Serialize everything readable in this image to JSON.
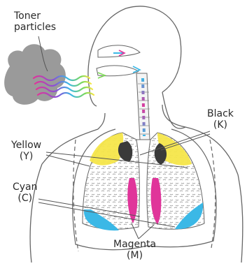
{
  "labels": {
    "toner_line1": "Toner",
    "toner_line2": "particles",
    "black_name": "Black",
    "black_code": "(K)",
    "yellow_name": "Yellow",
    "yellow_code": "(Y)",
    "cyan_name": "Cyan",
    "cyan_code": "(C)",
    "magenta_name": "Magenta",
    "magenta_code": "(M)"
  },
  "colors": {
    "black": "#3a3a3a",
    "yellow": "#f5e64a",
    "cyan": "#3bb8e6",
    "magenta": "#e0359a",
    "cloud": "#9a9a9a",
    "outline": "#555555"
  },
  "icons": {
    "cloud": "toner-cloud-icon",
    "stream": "particle-stream-icon"
  }
}
